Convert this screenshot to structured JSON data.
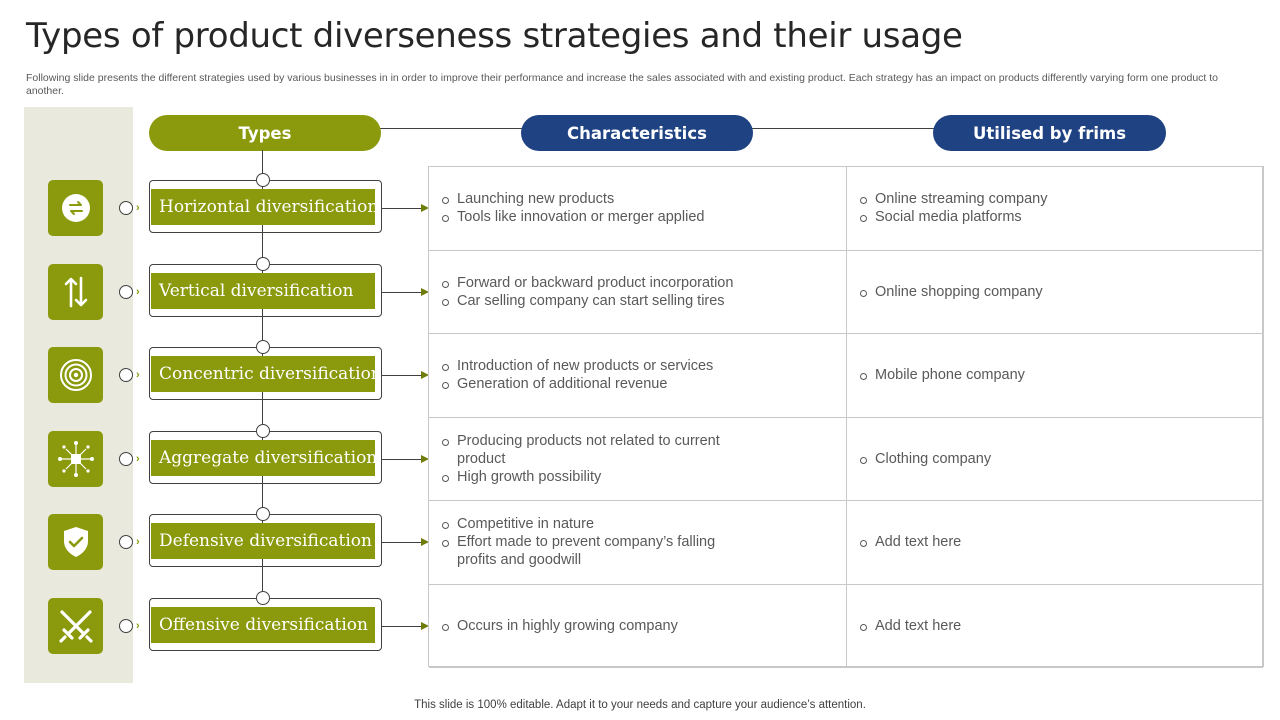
{
  "title": "Types of product diverseness strategies and their usage",
  "subtitle": "Following slide presents the different strategies used by various businesses in in order to improve their performance and increase the sales associated with and existing product. Each strategy has an impact on products differently varying form one product to another.",
  "headers": {
    "types": "Types",
    "characteristics": "Characteristics",
    "utilised": "Utilised by frims"
  },
  "rows": [
    {
      "type": "Horizontal diversification",
      "icon": "arrows-exchange-icon",
      "characteristics": [
        "Launching new products",
        "Tools like innovation or merger applied"
      ],
      "utilised": [
        "Online streaming company",
        "Social media platforms"
      ]
    },
    {
      "type": "Vertical diversification",
      "icon": "up-down-arrows-icon",
      "characteristics": [
        "Forward or backward product incorporation",
        "Car selling company can start selling tires"
      ],
      "utilised": [
        "Online shopping company"
      ]
    },
    {
      "type": "Concentric diversification",
      "icon": "target-icon",
      "characteristics": [
        "Introduction of new products or services",
        "Generation of additional revenue"
      ],
      "utilised": [
        "Mobile phone company"
      ]
    },
    {
      "type": "Aggregate diversification",
      "icon": "network-hub-icon",
      "characteristics": [
        "Producing products not related to current product",
        "High growth possibility"
      ],
      "utilised": [
        "Clothing company"
      ]
    },
    {
      "type": "Defensive diversification",
      "icon": "shield-check-icon",
      "characteristics": [
        "Competitive in nature",
        "Effort made to prevent company’s falling profits and goodwill"
      ],
      "utilised": [
        "Add text here"
      ]
    },
    {
      "type": "Offensive diversification",
      "icon": "crossed-swords-icon",
      "characteristics": [
        "Occurs in highly growing company"
      ],
      "utilised": [
        "Add text here"
      ]
    }
  ],
  "colors": {
    "olive": "#8a9a0c",
    "navy": "#1f4282",
    "sidebar": "#e9eadd"
  },
  "footer": "This slide is 100% editable. Adapt it to your needs and capture your audience’s attention."
}
